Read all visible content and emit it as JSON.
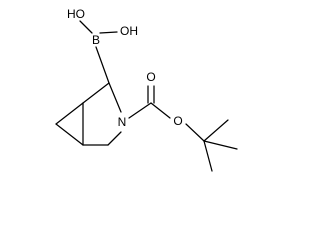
{
  "molecule": {
    "atoms": {
      "boron": "B",
      "hydroxyl_left": "HO",
      "hydroxyl_right": "OH",
      "ring_nitrogen": "N",
      "carbonyl_oxygen": "O",
      "ester_oxygen": "O"
    }
  },
  "colors": {
    "ink": "#000000",
    "background": "#ffffff"
  }
}
